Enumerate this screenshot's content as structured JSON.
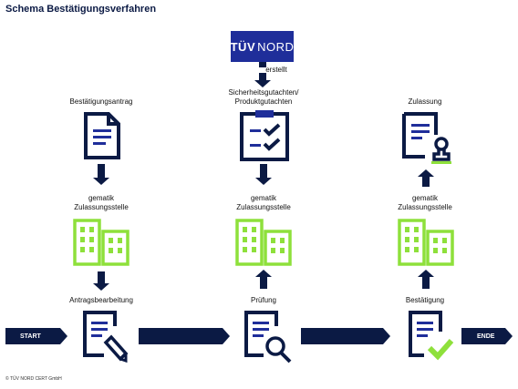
{
  "title": "Schema Bestätigungsverfahren",
  "logo": {
    "text_bold": "TÜV",
    "text_thin": "NORD"
  },
  "labels": {
    "erstellt": "erstellt",
    "gutachten_line1": "Sicherheitsgutachten/",
    "gutachten_line2": "Produktgutachten",
    "antrag": "Bestätigungsantrag",
    "zulassung": "Zulassung",
    "gematik_line1": "gematik",
    "gematik_line2": "Zulassungsstelle",
    "antragsbearbeitung": "Antragsbearbeitung",
    "pruefung": "Prüfung",
    "bestaetigung": "Bestätigung"
  },
  "flow": {
    "start": "START",
    "end": "ENDE"
  },
  "footer": "© TÜV NORD CERT GmbH",
  "colors": {
    "navy": "#0b1a44",
    "blue": "#1f2e9a",
    "green": "#8ee03b"
  },
  "icons": [
    "document-icon",
    "checklist-icon",
    "certificate-stamp-icon",
    "building-icon",
    "document-pen-icon",
    "document-magnifier-icon",
    "document-check-icon"
  ]
}
